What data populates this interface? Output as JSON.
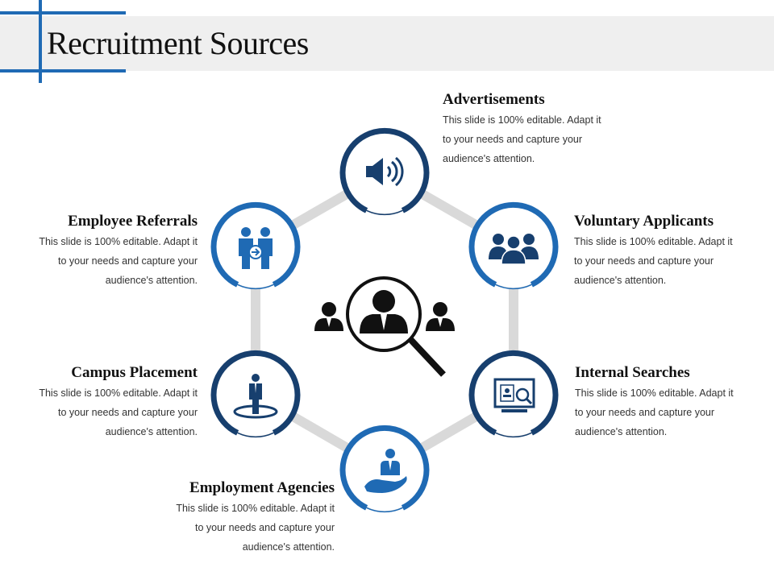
{
  "title": "Recruitment Sources",
  "colors": {
    "dark_blue": "#173f6e",
    "mid_blue": "#1f6ab4",
    "ring_gray": "#d9d9d9",
    "title_bar": "#efefef"
  },
  "center_icon": "person-magnifier-icon",
  "sources": [
    {
      "id": "advertisements",
      "title": "Advertisements",
      "lines": [
        "This slide is 100% editable. Adapt it",
        "to your needs and capture your",
        "audience's attention."
      ],
      "icon": "speaker-icon"
    },
    {
      "id": "voluntary-applicants",
      "title": "Voluntary Applicants",
      "lines": [
        "This slide is 100% editable. Adapt it",
        "to your needs and capture your",
        "audience's attention."
      ],
      "icon": "group-icon"
    },
    {
      "id": "internal-searches",
      "title": "Internal Searches",
      "lines": [
        "This slide is 100% editable. Adapt it",
        "to your needs and capture your",
        "audience's attention."
      ],
      "icon": "monitor-search-icon"
    },
    {
      "id": "employment-agencies",
      "title": "Employment Agencies",
      "lines": [
        "This slide is 100% editable. Adapt it",
        "to your needs and capture your",
        "audience's attention."
      ],
      "icon": "hand-person-icon"
    },
    {
      "id": "campus-placement",
      "title": "Campus Placement",
      "lines": [
        "This slide is 100% editable. Adapt it",
        "to your needs and capture your",
        "audience's attention."
      ],
      "icon": "person-target-icon"
    },
    {
      "id": "employee-referrals",
      "title": "Employee Referrals",
      "lines": [
        "This slide is 100% editable. Adapt it",
        "to your needs and capture your",
        "audience's attention."
      ],
      "icon": "two-people-icon"
    }
  ]
}
